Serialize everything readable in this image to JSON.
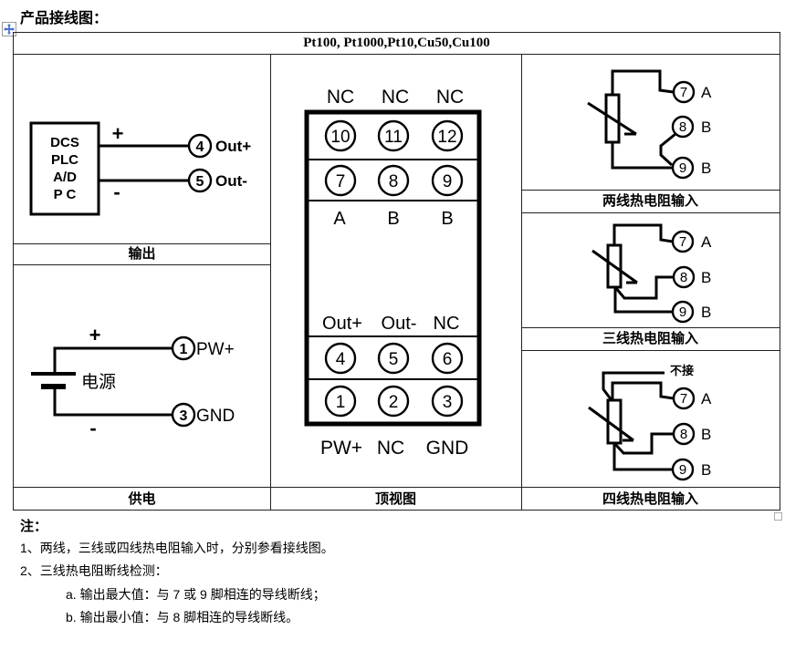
{
  "title": "产品接线图：",
  "table": {
    "header": "Pt100, Pt1000,Pt10,Cu50,Cu100",
    "output": {
      "device_lines": [
        "DCS",
        "PLC",
        "A/D",
        "P C"
      ],
      "plus": "+",
      "minus": "-",
      "terminals": [
        {
          "num": "4",
          "label": "Out+"
        },
        {
          "num": "5",
          "label": "Out-"
        }
      ],
      "caption": "输出"
    },
    "power": {
      "source_label": "电源",
      "plus": "+",
      "minus": "-",
      "terminals": [
        {
          "num": "1",
          "label": "PW+"
        },
        {
          "num": "3",
          "label": "GND"
        }
      ],
      "caption": "供电"
    },
    "topview": {
      "top_labels": [
        "NC",
        "NC",
        "NC"
      ],
      "row_10_12": [
        "10",
        "11",
        "12"
      ],
      "row_7_9": [
        "7",
        "8",
        "9"
      ],
      "pin_letters": [
        "A",
        "B",
        "B"
      ],
      "mid_labels": [
        "Out+",
        "Out-",
        "NC"
      ],
      "row_4_6": [
        "4",
        "5",
        "6"
      ],
      "row_1_3": [
        "1",
        "2",
        "3"
      ],
      "bottom_labels": [
        "PW+",
        "NC",
        "GND"
      ],
      "caption": "顶视图"
    },
    "two_wire": {
      "terminals": [
        {
          "num": "7",
          "label": "A"
        },
        {
          "num": "8",
          "label": "B"
        },
        {
          "num": "9",
          "label": "B"
        }
      ],
      "caption": "两线热电阻输入"
    },
    "three_wire": {
      "terminals": [
        {
          "num": "7",
          "label": "A"
        },
        {
          "num": "8",
          "label": "B"
        },
        {
          "num": "9",
          "label": "B"
        }
      ],
      "caption": "三线热电阻输入"
    },
    "four_wire": {
      "not_connected": "不接",
      "terminals": [
        {
          "num": "7",
          "label": "A"
        },
        {
          "num": "8",
          "label": "B"
        },
        {
          "num": "9",
          "label": "B"
        }
      ],
      "caption": "四线热电阻输入"
    }
  },
  "notes": {
    "heading": "注：",
    "line1": "1、两线，三线或四线热电阻输入时，分别参看接线图。",
    "line2": "2、三线热电阻断线检测：",
    "line2a": "a. 输出最大值：与 7 或 9 脚相连的导线断线；",
    "line2b": "b. 输出最小值：与 8 脚相连的导线断线。"
  },
  "colors": {
    "line": "#000000",
    "grid": "#222222",
    "move_handle_arrows": "#4a6fd0"
  }
}
